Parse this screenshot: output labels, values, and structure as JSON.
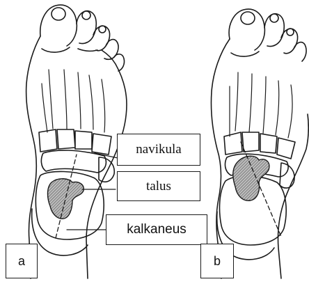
{
  "labels": {
    "navicular": "navikula",
    "talus": "talus",
    "calcaneus": "kalkaneus"
  },
  "panels": {
    "a": "a",
    "b": "b"
  },
  "colors": {
    "ink": "#1a1a1a",
    "hatch": "#555555",
    "background": "#ffffff"
  }
}
